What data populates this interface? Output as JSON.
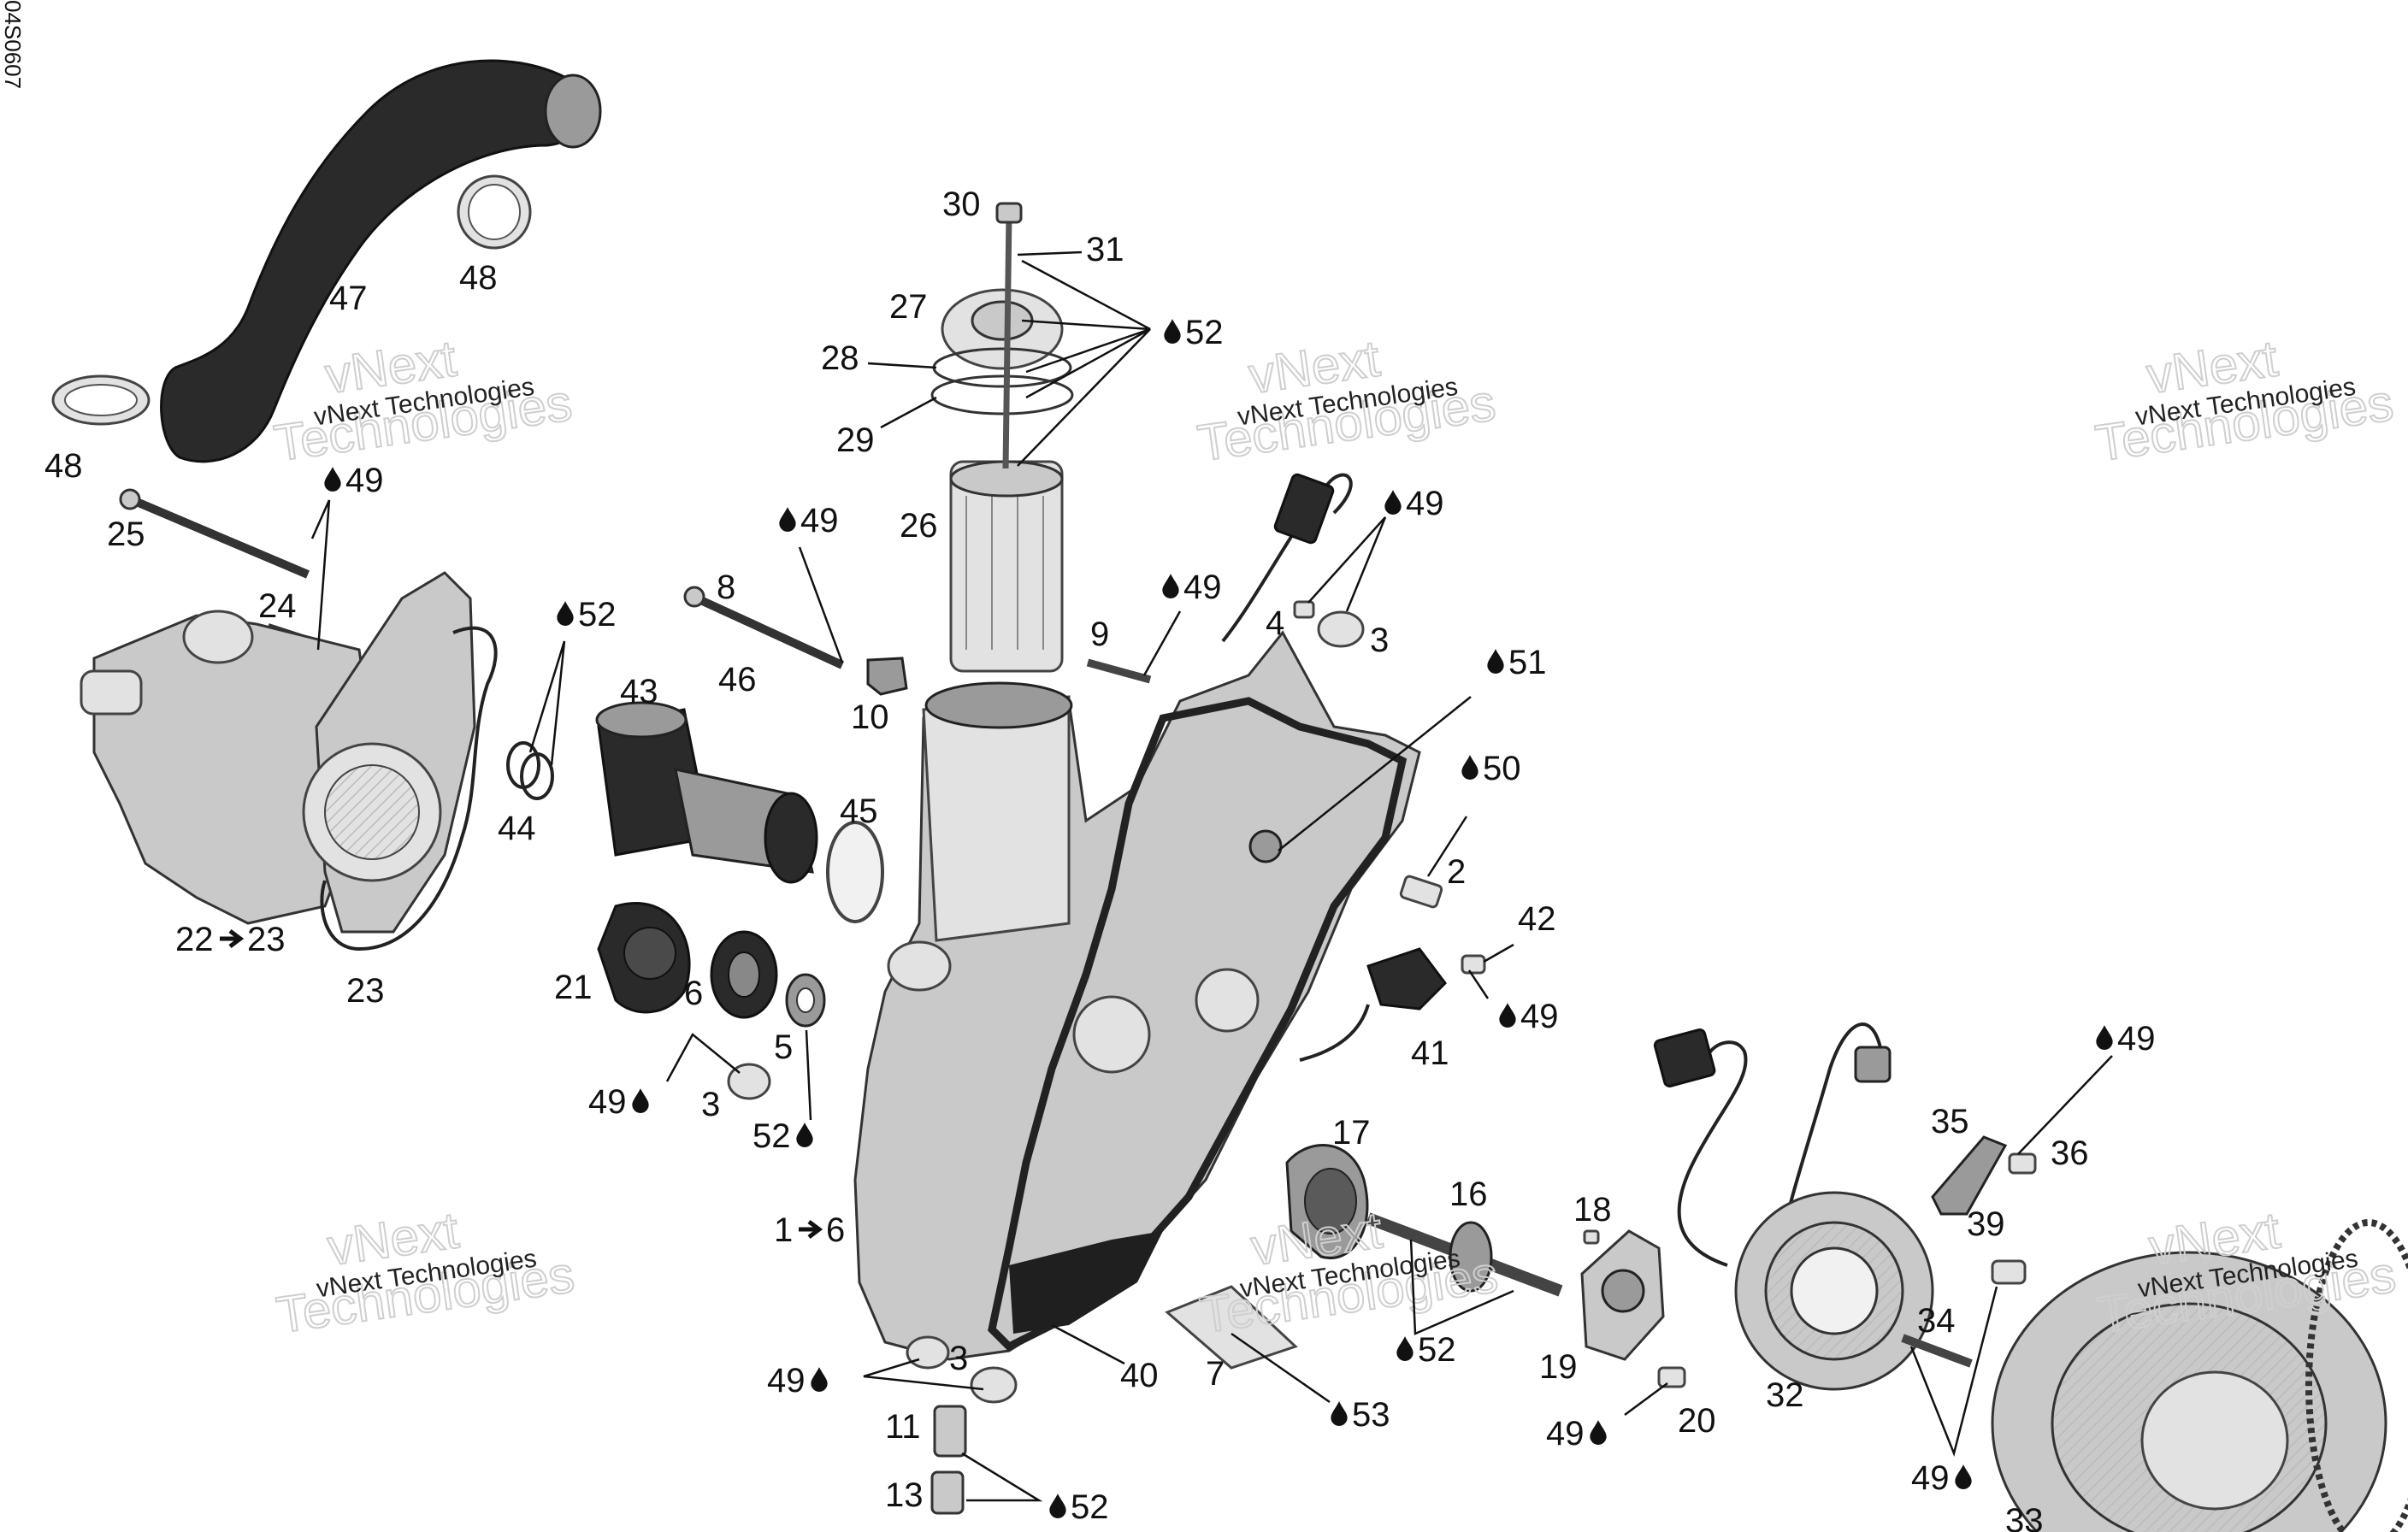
{
  "diagram": {
    "reference_code": "04S0607",
    "watermark": {
      "small": "vNext Technologies",
      "large_top": "vNext",
      "large_bottom": "Technologies"
    },
    "part_labels": [
      "1",
      "2",
      "3",
      "4",
      "5",
      "6",
      "7",
      "8",
      "9",
      "10",
      "11",
      "13",
      "16",
      "17",
      "18",
      "19",
      "20",
      "21",
      "23",
      "24",
      "25",
      "26",
      "27",
      "28",
      "29",
      "30",
      "31",
      "32",
      "33",
      "34",
      "35",
      "36",
      "39",
      "40",
      "41",
      "42",
      "43",
      "44",
      "45",
      "46",
      "47",
      "48"
    ],
    "range_labels": [
      {
        "from": "1",
        "to": "6"
      },
      {
        "from": "22",
        "to": "23"
      }
    ],
    "lubricant_labels": [
      "49",
      "50",
      "51",
      "52",
      "53"
    ],
    "icons": {
      "lubricant": "oil-drop-icon",
      "range": "arrow-right-icon"
    }
  }
}
